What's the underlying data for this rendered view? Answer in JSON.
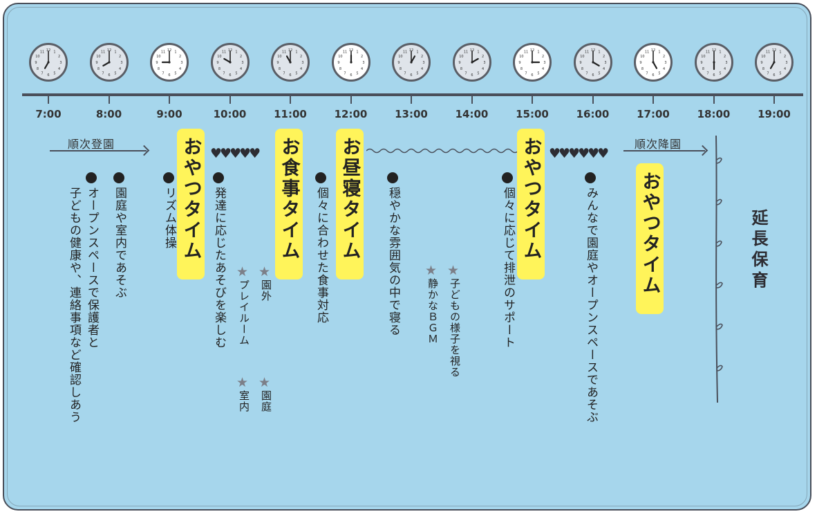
{
  "timeline": {
    "times": [
      "7:00",
      "8:00",
      "9:00",
      "10:00",
      "11:00",
      "12:00",
      "13:00",
      "14:00",
      "15:00",
      "16:00",
      "17:00",
      "18:00",
      "19:00"
    ],
    "highlighted_clock_hours": [
      9,
      12,
      15,
      17
    ]
  },
  "arrival": {
    "label": "順次登園"
  },
  "departure": {
    "label": "順次降園"
  },
  "snack_label": "おやつタイム",
  "meal_label": "お食事タイム",
  "nap_label": "お昼寝タイム",
  "activities": {
    "arrival_a": "園庭や室内であそぶ",
    "arrival_b1": "オープンスペースで保護者と",
    "arrival_b2": "子どもの健康や、連絡事項など確認しあう",
    "rhythm": "リズム体操",
    "play": "発達に応じたあそびを楽しむ",
    "star1": "園外",
    "star2": "プレイルーム",
    "star3": "園庭",
    "star4": "室内",
    "meal_note": "個々に合わせた食事対応",
    "nap_a": "穏やかな雰囲気の中で寝る",
    "nap_b": "子どもの様子を視る",
    "nap_c": "静かなＢＧＭ",
    "toilet": "個々に応じて排泄のサポート",
    "after": "みんなで園庭やオープンスペースであそぶ"
  },
  "extended_care": "延長保育",
  "colors": {
    "board": "#a6d6ec",
    "highlight": "#fff45a",
    "ink": "#2d2d33"
  }
}
